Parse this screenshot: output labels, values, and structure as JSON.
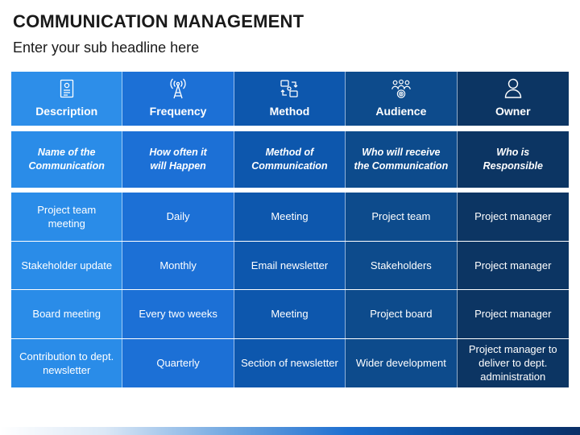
{
  "slide": {
    "title": "COMMUNICATION MANAGEMENT",
    "subtitle": "Enter your sub headline here"
  },
  "table": {
    "headers": [
      {
        "label": "Description",
        "icon": "document-icon"
      },
      {
        "label": "Frequency",
        "icon": "broadcast-tower-icon"
      },
      {
        "label": "Method",
        "icon": "exchange-icon"
      },
      {
        "label": "Audience",
        "icon": "audience-target-icon"
      },
      {
        "label": "Owner",
        "icon": "user-icon"
      }
    ],
    "descriptions": [
      {
        "line1": "Name of the",
        "line2": "Communication"
      },
      {
        "line1": "How often it",
        "line2": "will Happen"
      },
      {
        "line1": "Method of",
        "line2": "Communication"
      },
      {
        "line1": "Who will receive",
        "line2": "the Communication"
      },
      {
        "line1": "Who is",
        "line2": "Responsible"
      }
    ],
    "rows": [
      [
        "Project team meeting",
        "Daily",
        "Meeting",
        "Project team",
        "Project manager"
      ],
      [
        "Stakeholder update",
        "Monthly",
        "Email newsletter",
        "Stakeholders",
        "Project manager"
      ],
      [
        "Board meeting",
        "Every two weeks",
        "Meeting",
        "Project board",
        "Project manager"
      ],
      [
        "Contribution to dept. newsletter",
        "Quarterly",
        "Section of newsletter",
        "Wider development",
        "Project manager to deliver to dept. administration"
      ]
    ]
  },
  "colors": {
    "col1": "#2a8ce8",
    "col2": "#1c70d6",
    "col3": "#0d57ad",
    "col4": "#0d4b8c",
    "col5": "#0c3563"
  }
}
